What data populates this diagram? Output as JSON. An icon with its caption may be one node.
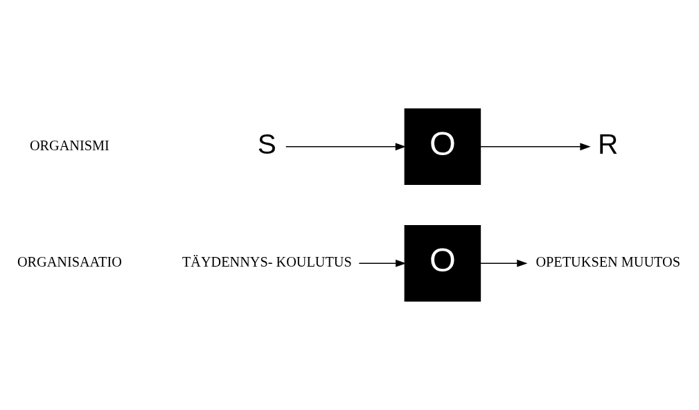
{
  "diagram": {
    "nodes": [
      {
        "text": [
          "S"
        ]
      },
      {
        "text": [
          "O"
        ]
      },
      {
        "text": [
          "R"
        ]
      },
      {
        "text": [
          "TÄYDENNYS- KOULUTUS"
        ]
      },
      {
        "text": [
          "O"
        ]
      },
      {
        "text": [
          "OPETUKSEN MUUTOS"
        ]
      }
    ],
    "edges": [
      {
        "from": 0,
        "to": 1,
        "arrow": "to"
      },
      {
        "from": 1,
        "to": 2,
        "arrow": "to"
      },
      {
        "from": 3,
        "to": 4,
        "arrow": "to"
      },
      {
        "from": 4,
        "to": 5,
        "arrow": "to"
      }
    ],
    "labels": [
      "ORGANISMI",
      "ORGANISAATIO"
    ]
  }
}
